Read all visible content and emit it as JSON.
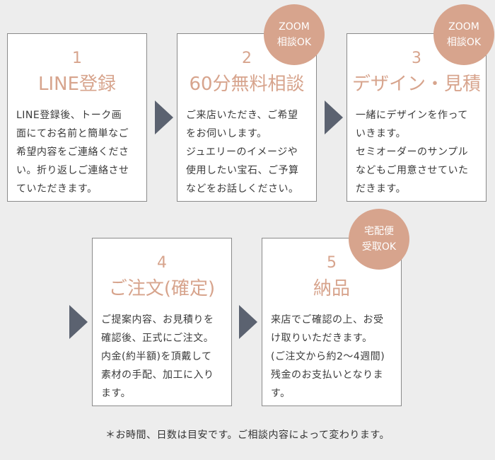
{
  "steps": [
    {
      "number": "1",
      "title": "LINE登録",
      "lines": [
        "LINE登録後、トーク画",
        "面にてお名前と簡単なご",
        "希望内容をご連絡くださ",
        "い。折り返しご連絡させ",
        "ていただきます。"
      ]
    },
    {
      "number": "2",
      "title": "60分無料相談",
      "lines": [
        "ご来店いただき、ご希望",
        "をお伺いします。",
        "ジュエリーのイメージや",
        "使用したい宝石、ご予算",
        "などをお話しください。"
      ]
    },
    {
      "number": "3",
      "title": "デザイン・見積",
      "lines": [
        "一緒にデザインを作って",
        "いきます。",
        "セミオーダーのサンプル",
        "などもご用意させていた",
        "だきます。"
      ]
    },
    {
      "number": "4",
      "title": "ご注文(確定)",
      "lines": [
        "ご提案内容、お見積りを",
        "確認後、正式にご注文。",
        "内金(約半額)を頂戴して",
        "素材の手配、加工に入り",
        "ます。"
      ]
    },
    {
      "number": "5",
      "title": "納品",
      "lines": [
        "来店でご確認の上、お受",
        "け取りいただきます。",
        "(ご注文から約2〜4週間)",
        "残金のお支払いとなりま",
        "す。"
      ]
    }
  ],
  "badges": {
    "zoom_2": [
      "ZOOM",
      "相談OK"
    ],
    "zoom_3": [
      "ZOOM",
      "相談OK"
    ],
    "delivery_5": [
      "宅配便",
      "受取OK"
    ]
  },
  "footnote": "＊お時間、日数は目安です。ご相談内容によって変わります。",
  "colors": {
    "accent": "#d7a48d",
    "arrow": "#5b6270",
    "background": "#ededed",
    "card_border": "#8a8a8a"
  }
}
